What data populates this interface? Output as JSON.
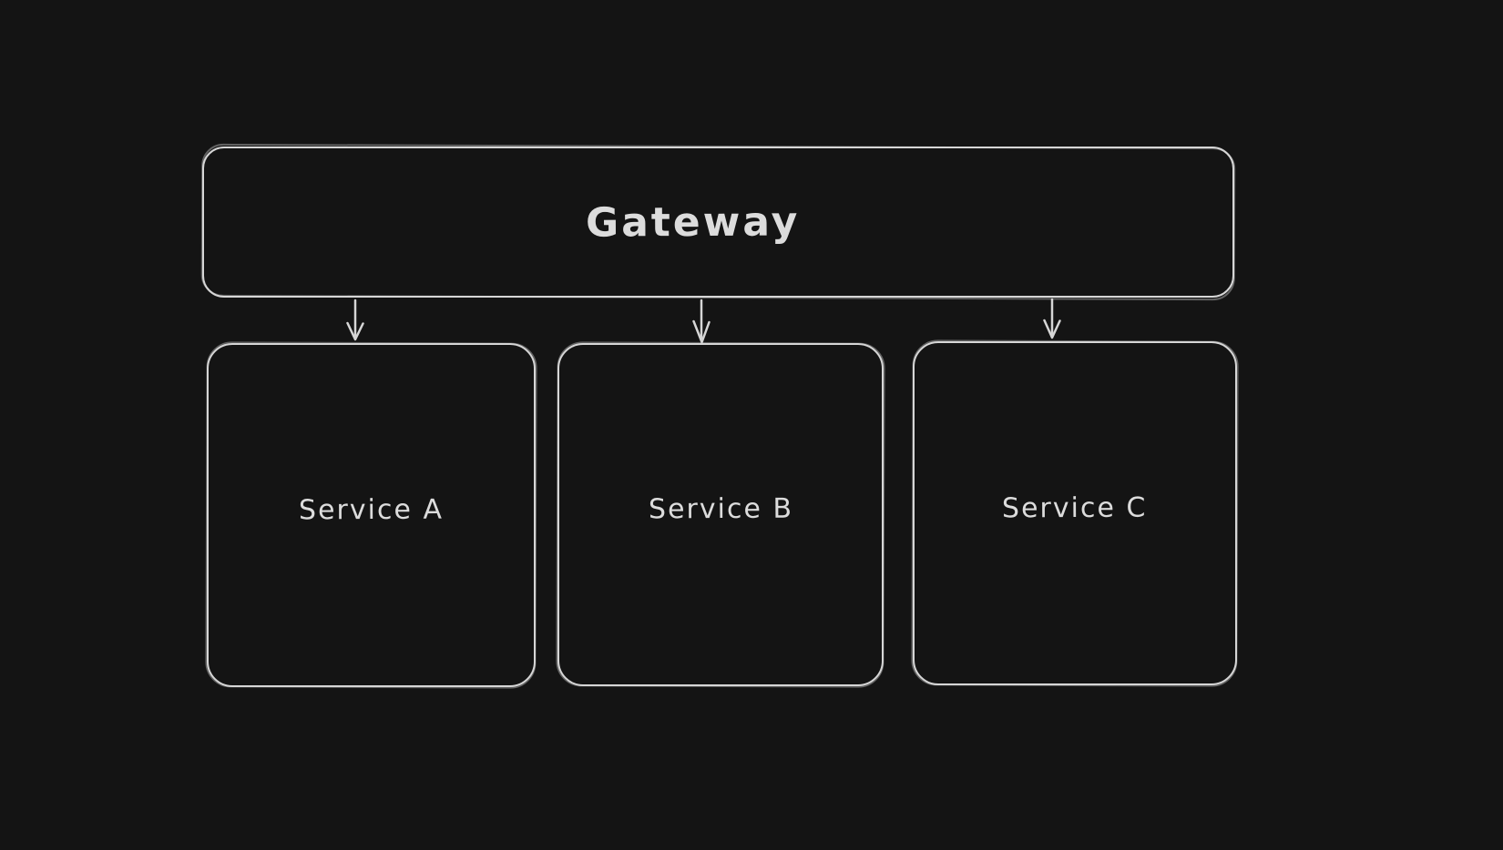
{
  "diagram": {
    "type": "architecture-flowchart",
    "style": "hand-drawn-whiteboard-dark",
    "colors": {
      "background": "#141414",
      "stroke": "#d6d6d6",
      "text": "#dcdcdc"
    },
    "nodes": {
      "gateway": {
        "label": "Gateway"
      },
      "service_a": {
        "label": "Service A"
      },
      "service_b": {
        "label": "Service B"
      },
      "service_c": {
        "label": "Service C"
      }
    },
    "edges": [
      {
        "from": "Gateway",
        "to": "Service A",
        "arrow": "down"
      },
      {
        "from": "Gateway",
        "to": "Service B",
        "arrow": "down"
      },
      {
        "from": "Gateway",
        "to": "Service C",
        "arrow": "down"
      }
    ]
  }
}
